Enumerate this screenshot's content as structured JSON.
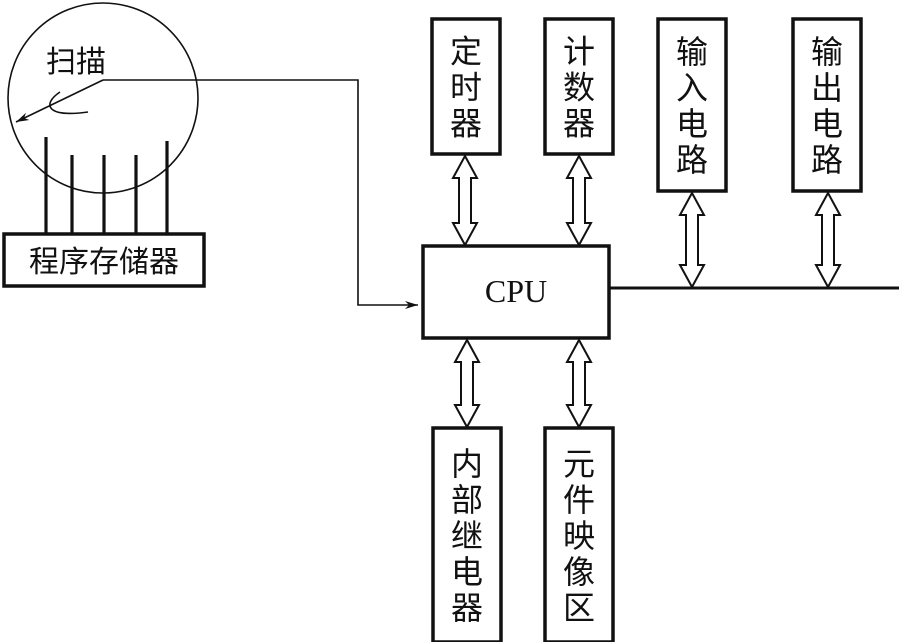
{
  "diagram": {
    "scan_label": "扫描",
    "program_memory": "程序存储器",
    "cpu": "CPU",
    "top_blocks": [
      {
        "id": "timer",
        "chars": [
          "定",
          "时",
          "器"
        ]
      },
      {
        "id": "counter",
        "chars": [
          "计",
          "数",
          "器"
        ]
      },
      {
        "id": "input-circuit",
        "chars": [
          "输",
          "入",
          "电",
          "路"
        ]
      },
      {
        "id": "output-circuit",
        "chars": [
          "输",
          "出",
          "电",
          "路"
        ]
      }
    ],
    "bottom_blocks": [
      {
        "id": "internal-relay",
        "chars": [
          "内",
          "部",
          "继",
          "电",
          "器"
        ]
      },
      {
        "id": "element-image-area",
        "chars": [
          "元",
          "件",
          "映",
          "像",
          "区"
        ]
      }
    ],
    "colors": {
      "line": "#111111",
      "background": "#ffffff"
    }
  }
}
